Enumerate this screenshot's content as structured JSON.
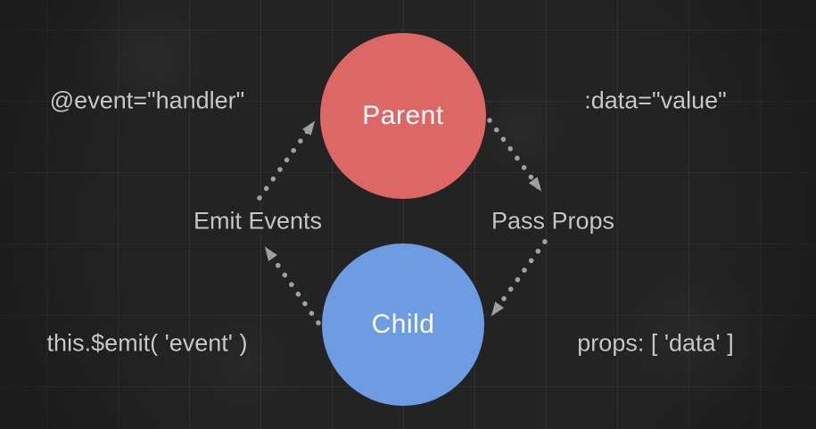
{
  "diagram": {
    "type": "component-communication-flow",
    "nodes": [
      {
        "id": "parent",
        "label": "Parent",
        "color": "#dc6764",
        "text_color": "#ffffff",
        "shape": "circle"
      },
      {
        "id": "child",
        "label": "Child",
        "color": "#6d9ce3",
        "text_color": "#ffffff",
        "shape": "circle"
      }
    ],
    "edges": [
      {
        "from": "child",
        "to": "parent",
        "label": "Emit Events",
        "style": "dotted",
        "side": "left"
      },
      {
        "from": "parent",
        "to": "child",
        "label": "Pass Props",
        "style": "dotted",
        "side": "right"
      }
    ],
    "annotations": [
      {
        "text": "@event=\"handler\"",
        "attached_to": "parent",
        "position": "left"
      },
      {
        "text": ":data=\"value\"",
        "attached_to": "parent",
        "position": "right"
      },
      {
        "text": "this.$emit( 'event' )",
        "attached_to": "child",
        "position": "left"
      },
      {
        "text": "props: [ 'data' ]",
        "attached_to": "child",
        "position": "right"
      }
    ],
    "colors": {
      "background": "#232323",
      "annotation_text": "#c8c8c8",
      "arrow": "#9f9f9f"
    }
  }
}
